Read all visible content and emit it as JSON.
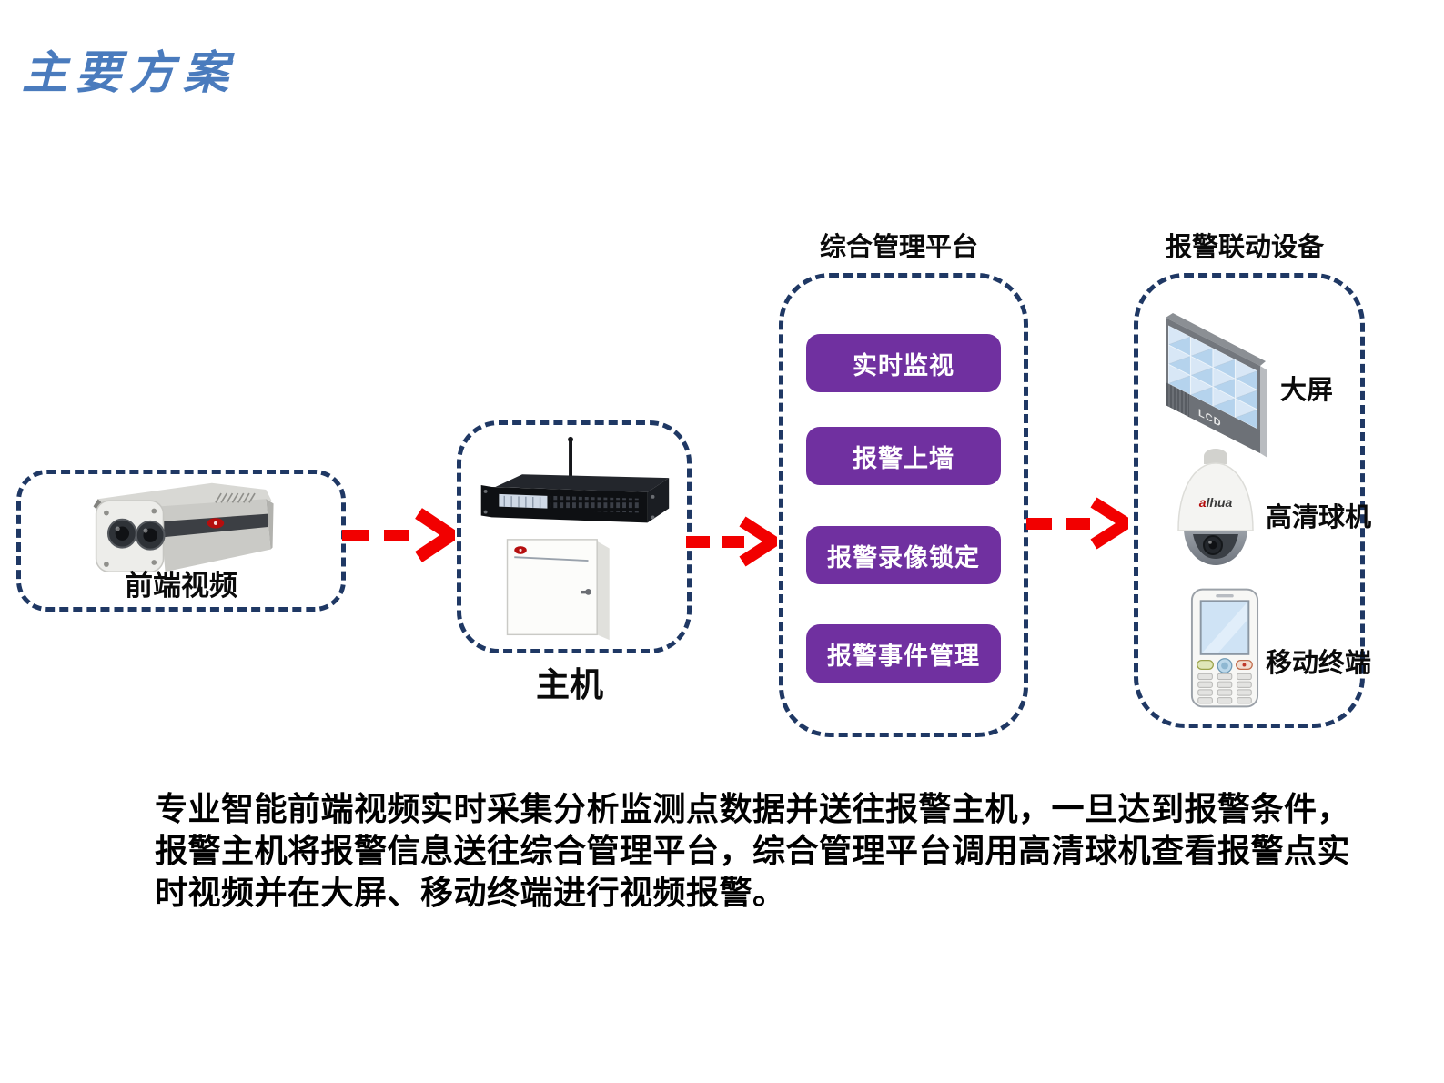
{
  "slide": {
    "title": "主要方案"
  },
  "colors": {
    "title_blue": "#4a7bbd",
    "border_navy": "#1f3864",
    "arrow_red": "#f20000",
    "button_purple": "#7030a0"
  },
  "diagram": {
    "front_video": {
      "label": "前端视频"
    },
    "host": {
      "label": "主机"
    },
    "platform": {
      "title": "综合管理平台",
      "buttons": [
        {
          "label": "实时监视"
        },
        {
          "label": "报警上墙"
        },
        {
          "label": "报警录像锁定"
        },
        {
          "label": "报警事件管理"
        }
      ]
    },
    "linkage": {
      "title": "报警联动设备",
      "items": [
        {
          "label": "大屏"
        },
        {
          "label": "高清球机"
        },
        {
          "label": "移动终端"
        }
      ]
    },
    "device_marks": {
      "lcd": "LCD",
      "dome_brand_a": "a",
      "dome_brand_rest": "lhua"
    }
  },
  "description": {
    "lines": [
      "专业智能前端视频实时采集分析监测点数据并送往报警主机，一旦达到报警条件，",
      "报警主机将报警信息送往综合管理平台，综合管理平台调用高清球机查看报警点实",
      "时视频并在大屏、移动终端进行视频报警。"
    ]
  }
}
